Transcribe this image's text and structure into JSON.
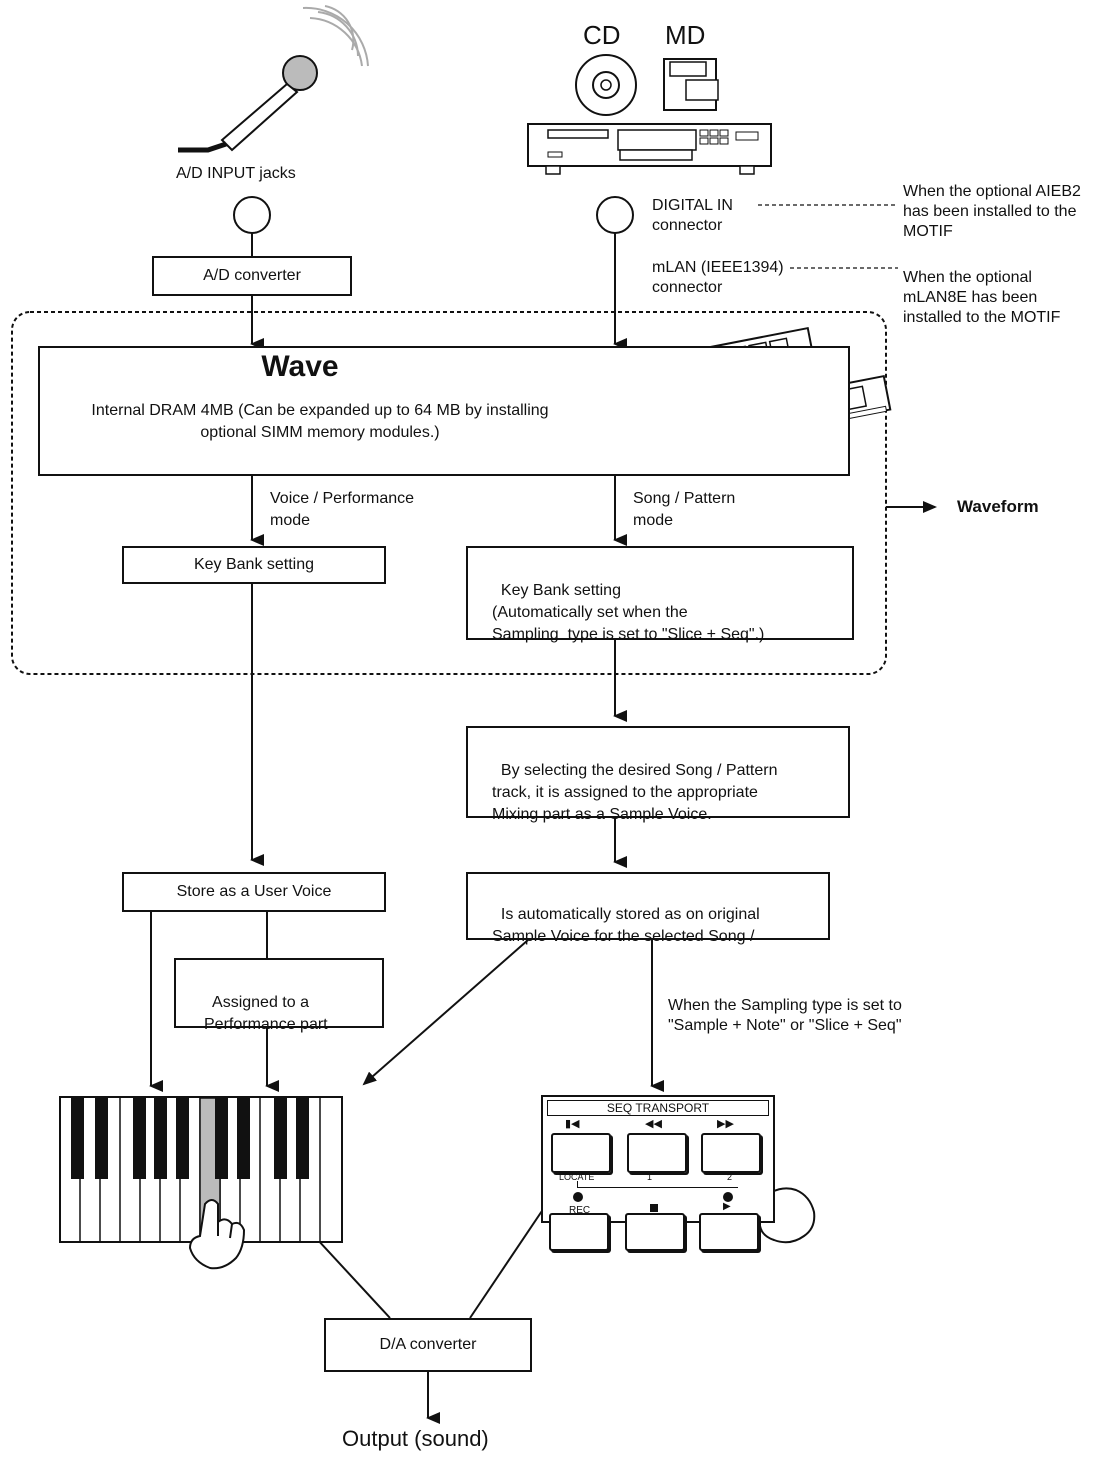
{
  "sources": {
    "cd_label": "CD",
    "md_label": "MD",
    "ad_input": "A/D INPUT jacks",
    "digital_in": "DIGITAL IN\nconnector",
    "mlan": "mLAN (IEEE1394)\nconnector",
    "note_aieb2": "When the optional AIEB2\nhas been installed to the\nMOTIF",
    "note_mlan8e": "When the optional\nmLAN8E has been\ninstalled to the MOTIF"
  },
  "boxes": {
    "ad_converter": "A/D converter",
    "wave_title": "Wave",
    "wave_desc": "Internal DRAM 4MB (Can be expanded up to 64 MB by installing optional SIMM memory modules.)",
    "key_bank_left": "Key Bank setting",
    "key_bank_right": "Key Bank setting\n(Automatically set when the\nSampling  type is set to \"Slice + Seq\".)",
    "assign_track": "By selecting the desired Song / Pattern\ntrack, it is assigned to the appropriate\nMixing part as a Sample Voice.",
    "store_user_voice": "Store as a User Voice",
    "auto_store": "Is automatically stored as on original\nSample Voice for the selected Song /",
    "assigned_perf": "Assigned to a\nPerformance part",
    "da_converter": "D/A converter"
  },
  "labels": {
    "voice_perf_mode": "Voice / Performance\nmode",
    "song_pattern_mode": "Song / Pattern\nmode",
    "waveform": "Waveform",
    "sampling_note": "When the Sampling type is set to\n\"Sample + Note\" or \"Slice + Seq\"",
    "output": "Output (sound)"
  },
  "seq_transport": {
    "title": "SEQ  TRANSPORT",
    "locate": "LOCATE",
    "one": "1",
    "two": "2",
    "rec": "REC"
  },
  "icons": [
    "microphone-icon",
    "cd-icon",
    "md-icon",
    "cd-player-icon",
    "memory-module-icon",
    "keyboard-icon",
    "pointing-hand-icon",
    "seq-transport-panel"
  ]
}
